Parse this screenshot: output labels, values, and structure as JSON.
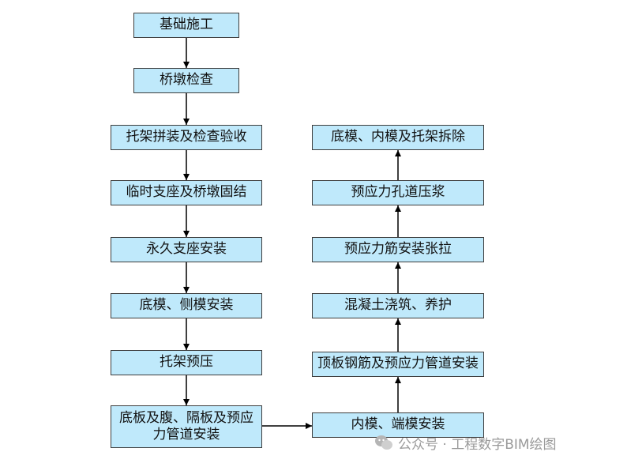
{
  "left_column": [
    {
      "id": "foundation",
      "text": "基础施工"
    },
    {
      "id": "pier-inspection",
      "text": "桥墩检查"
    },
    {
      "id": "bracket-assembly",
      "text": "托架拼装及检查验收"
    },
    {
      "id": "temp-support",
      "text": "临时支座及桥墩固结"
    },
    {
      "id": "perm-support",
      "text": "永久支座安装"
    },
    {
      "id": "bottom-side-form",
      "text": "底模、侧模安装"
    },
    {
      "id": "bracket-preload",
      "text": "托架预压"
    },
    {
      "id": "slab-rebar",
      "text": "底板及腹、隔板及预应\n力管道安装"
    }
  ],
  "right_column": [
    {
      "id": "inner-end-form",
      "text": "内模、端模安装"
    },
    {
      "id": "top-slab-rebar",
      "text": "顶板钢筋及预应力管道安装"
    },
    {
      "id": "concrete-pour",
      "text": "混凝土浇筑、养护"
    },
    {
      "id": "prestress-tension",
      "text": "预应力筋安装张拉"
    },
    {
      "id": "duct-grouting",
      "text": "预应力孔道压浆"
    },
    {
      "id": "form-removal",
      "text": "底模、内模及托架拆除"
    }
  ],
  "watermark": {
    "text": "公众号 · 工程数字BIM绘图"
  },
  "colors": {
    "box_fill": "#bfe9fb",
    "box_border": "#3d3d3d",
    "arrow": "#000000"
  }
}
